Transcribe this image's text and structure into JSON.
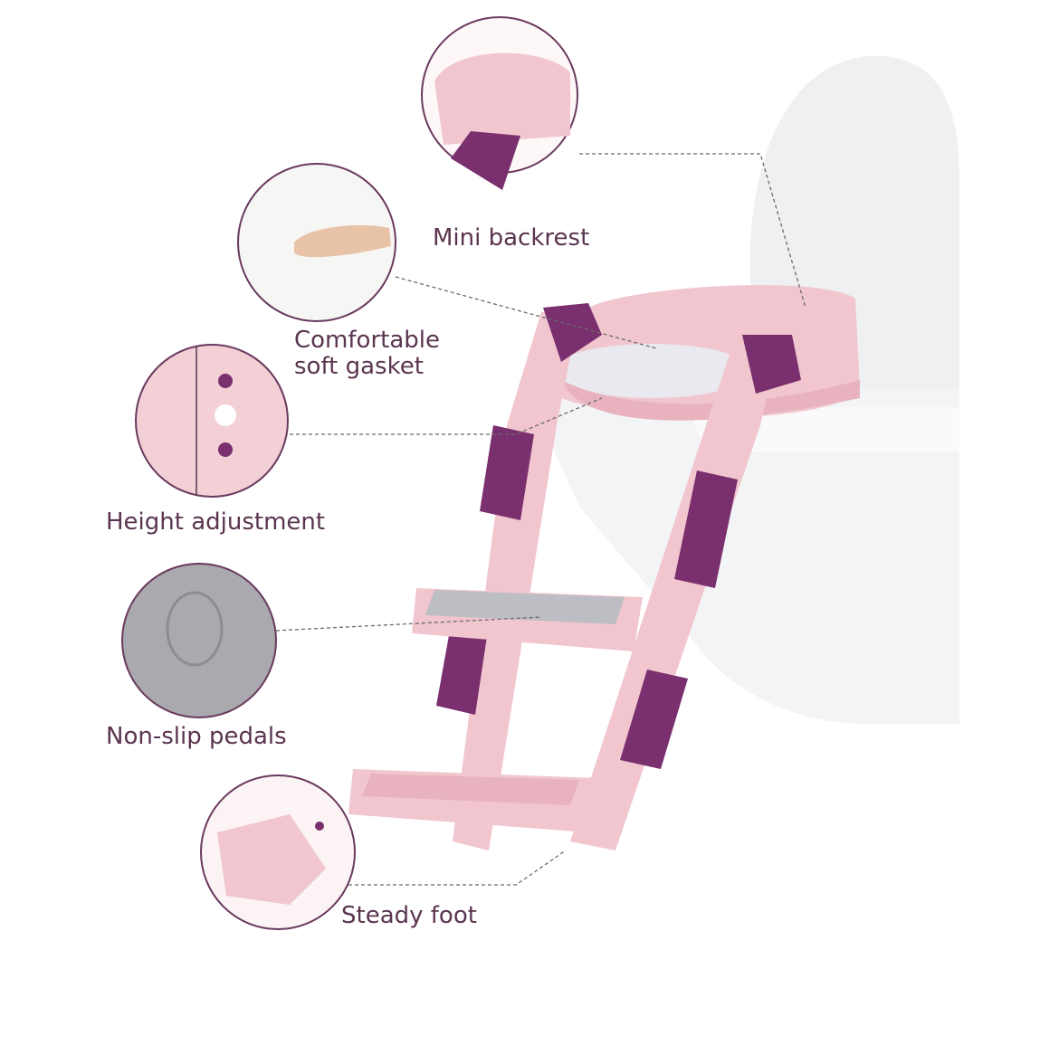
{
  "colors": {
    "text": "#5a3550",
    "pink": "#f3cfd6",
    "purple": "#7a2f6e",
    "outline": "#6a3a5e"
  },
  "labels": {
    "mini_backrest": "Mini backrest",
    "gasket_line1": "Comfortable",
    "gasket_line2": "soft gasket",
    "height": "Height adjustment",
    "pedals": "Non-slip pedals",
    "foot": "Steady foot"
  }
}
